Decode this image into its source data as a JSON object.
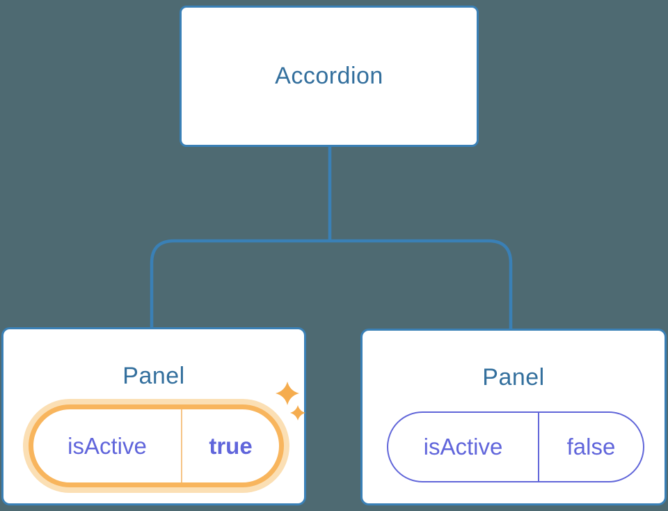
{
  "diagram": {
    "description": "Component tree: Accordion parent passing isActive state to two Panel children",
    "root": {
      "label": "Accordion"
    },
    "panels": [
      {
        "title": "Panel",
        "prop_name": "isActive",
        "prop_value": "true",
        "state": "active-highlighted"
      },
      {
        "title": "Panel",
        "prop_name": "isActive",
        "prop_value": "false",
        "state": "inactive"
      }
    ]
  },
  "icons": {
    "sparkle": "sparkle-icon"
  },
  "colors": {
    "background": "#4E6A72",
    "node_fill": "#FFFFFF",
    "node_border": "#3A80B6",
    "node_text": "#336F9D",
    "connector": "#3A80B6",
    "prop_text": "#6065DB",
    "pill_border_inactive": "#6065D9",
    "highlight_border": "#F8B55D",
    "highlight_halo": "#FBDFB4",
    "highlight_divider": "#F6C486",
    "sparkle": "#F5AC4E"
  }
}
